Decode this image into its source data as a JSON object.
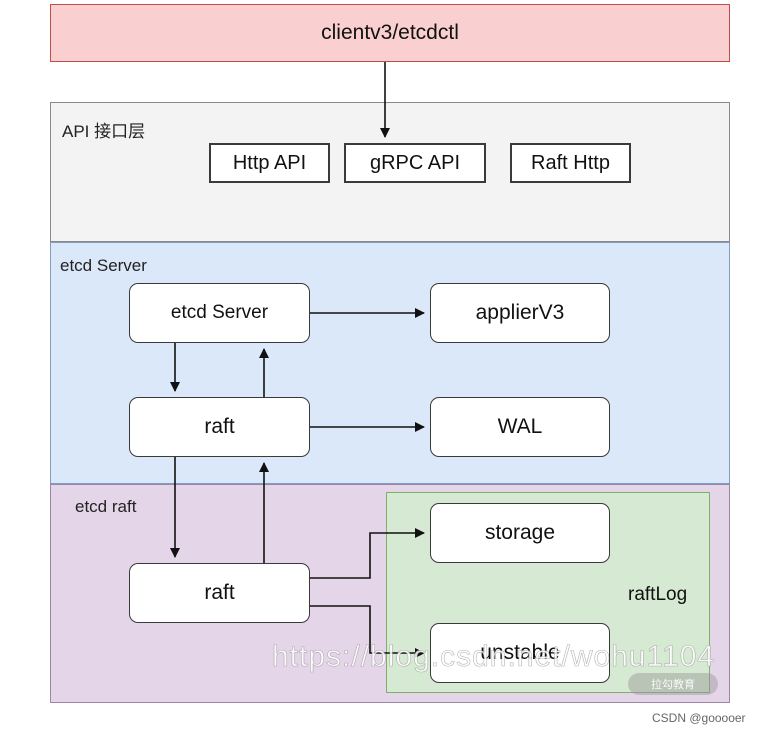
{
  "client": {
    "label": "clientv3/etcdctl"
  },
  "api_layer": {
    "label": "API 接口层",
    "items": [
      "Http API",
      "gRPC API",
      "Raft Http"
    ]
  },
  "server_layer": {
    "label": "etcd Server",
    "etcd_server": "etcd Server",
    "raft": "raft",
    "applier": "applierV3",
    "wal": "WAL"
  },
  "raft_layer": {
    "label": "etcd raft",
    "raft": "raft",
    "raftlog_group": "raftLog",
    "storage": "storage",
    "unstable": "unstable"
  },
  "watermark": {
    "url": "https://blog.csdn.net/wohu1104",
    "badge": "拉勾教育"
  },
  "credit": "CSDN @gooooer"
}
